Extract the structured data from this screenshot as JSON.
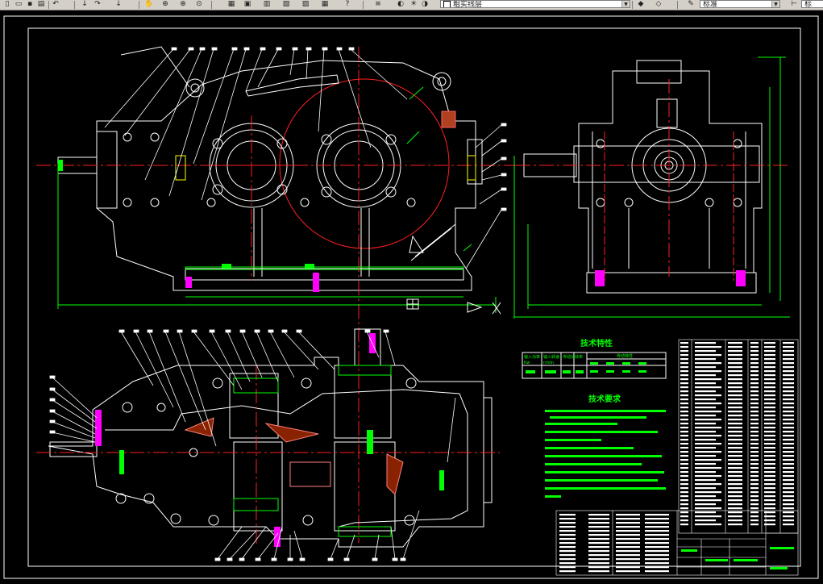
{
  "toolbar": {
    "layer_name": "粗实线层",
    "text_style": "标准",
    "trailing_label": "标",
    "icons": [
      "new-icon",
      "open-icon",
      "save-icon",
      "print-icon",
      "undo-icon",
      "redo-icon",
      "pan-icon",
      "zoom-realtime-icon",
      "zoom-window-icon",
      "zoom-previous-icon",
      "properties-icon",
      "design-center-icon",
      "tool-palette-icon",
      "markup-icon",
      "calculator-icon",
      "help-icon",
      "layer-manager-icon",
      "layer-state-icon",
      "layer-previous-icon",
      "style-icon",
      "dimstyle-icon"
    ]
  },
  "drawing": {
    "colors": {
      "background": "#000000",
      "frame": "#ffffff",
      "center": "#ff2020",
      "green": "#00ff00",
      "magenta": "#ff00ff",
      "cyan": "#00ffff",
      "yellow": "#ffff00"
    },
    "tech_char_title": "技术特性",
    "tech_char_headers": [
      "输入功率",
      "输入转速",
      "传动比",
      "效率",
      "传动特性"
    ],
    "tech_char_units": [
      "Kw",
      "r/min"
    ],
    "tech_req_title": "技术要求"
  }
}
